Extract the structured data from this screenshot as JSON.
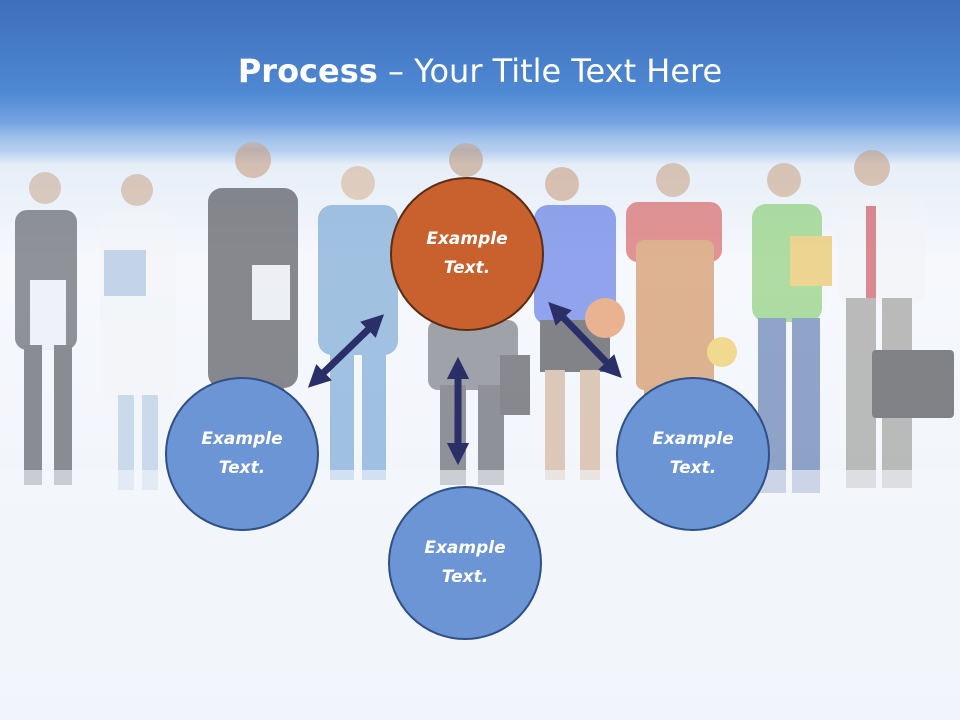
{
  "title": {
    "bold": "Process",
    "rest": " – Your Title Text Here"
  },
  "nodes": {
    "top": {
      "line1": "Example",
      "line2": "Text.",
      "color": "#c8612d"
    },
    "left": {
      "line1": "Example",
      "line2": "Text.",
      "color": "#6c95d6"
    },
    "right": {
      "line1": "Example",
      "line2": "Text.",
      "color": "#6c95d6"
    },
    "bottom": {
      "line1": "Example",
      "line2": "Text.",
      "color": "#6c95d6"
    }
  },
  "colors": {
    "header_blue": "#4a82cc",
    "arrow": "#2b2f68"
  }
}
